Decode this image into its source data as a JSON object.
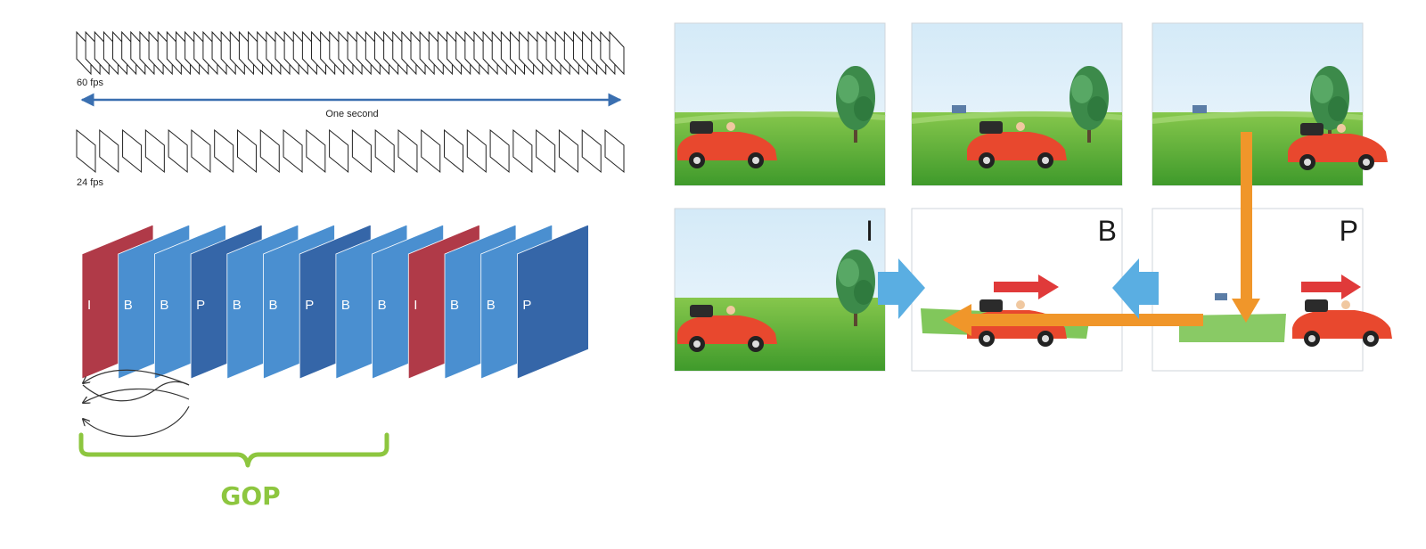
{
  "timing": {
    "fps_high_label": "60 fps",
    "fps_low_label": "24 fps",
    "duration_label": "One second",
    "fps_high": 60,
    "fps_low": 24
  },
  "gop": {
    "frames": [
      "I",
      "B",
      "B",
      "P",
      "B",
      "B",
      "P",
      "B",
      "B",
      "I",
      "B",
      "B",
      "P"
    ],
    "label": "GOP"
  },
  "panels": {
    "bottom_letters": [
      "I",
      "B",
      "P"
    ]
  },
  "colors": {
    "i_frame": "#b03a48",
    "b_frame": "#4a8fd0",
    "p_frame": "#3566a8",
    "timeline_arrow": "#3a6fb0",
    "gop_brace": "#8dc63f",
    "orange_arrow": "#f0962a",
    "blue_arrow": "#5aaee2",
    "red_arrow": "#e03a3a",
    "car": "#e8482e",
    "grass": "#5cae34",
    "sky": "#d9ecf7"
  }
}
